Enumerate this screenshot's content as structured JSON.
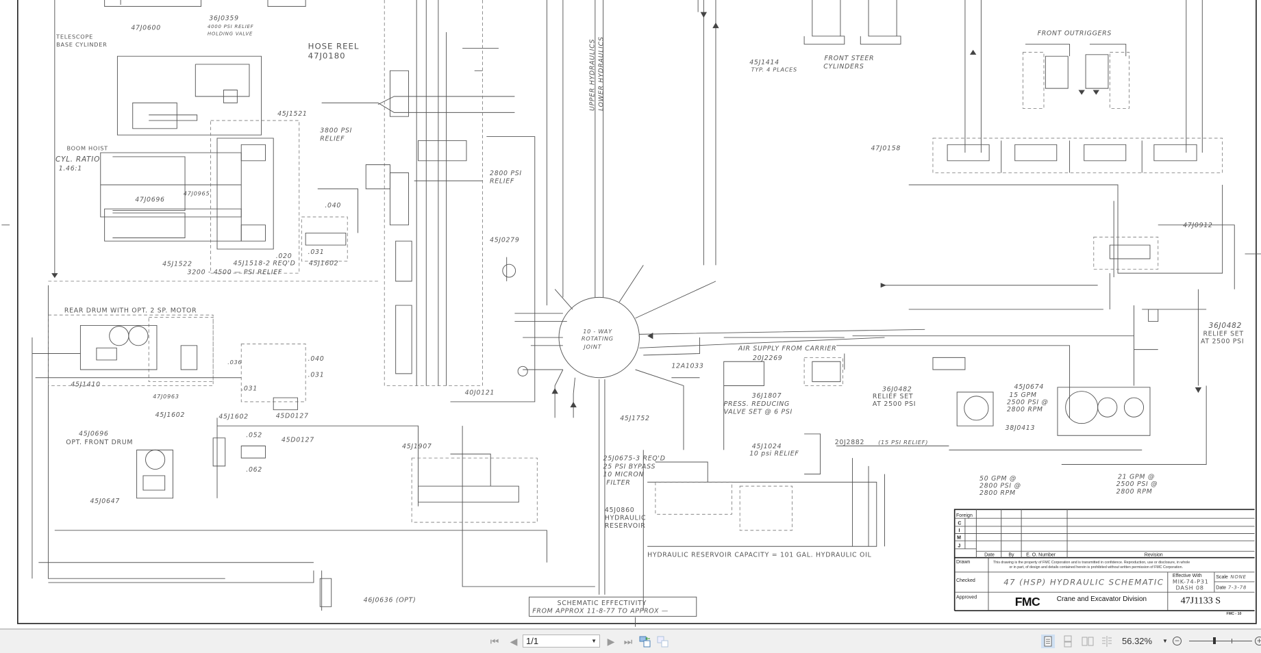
{
  "drawing": {
    "labels": {
      "l47j0600": "47J0600",
      "l36j0359": "36J0359",
      "l4000psi": "4000 PSI RELIEF",
      "holding": "HOLDING VALVE",
      "telescope": "TELESCOPE",
      "base_cyl": "BASE CYLINDER",
      "hose_reel": "HOSE REEL",
      "l47j0180": "47J0180",
      "l45j1521": "45J1521",
      "l3800": "3800 PSI",
      "relief1": "RELIEF",
      "boom_hoist": "BOOM HOIST",
      "cyl_ratio": "CYL. RATIO",
      "ratio": "1.46:1",
      "l47j0696": "47J0696",
      "l47j0965": "47J0965",
      "o040a": ".040",
      "o020": ".020",
      "o031a": ".031",
      "l45j1602a": "45J1602",
      "l45j1522": "45J1522",
      "l45j1518": "45J1518-2 REQ'D",
      "psi3200": "3200 - 4500 —  PSI RELIEF",
      "l2800": "2800 PSI",
      "relief2": "RELIEF",
      "l45j0279": "45J0279",
      "upper": "UPPER HYDRAULICS",
      "lower": "LOWER HYDRAULICS",
      "rj1": "10 - WAY",
      "rj2": "ROTATING",
      "rj3": "JOINT",
      "rear_drum": "REAR DRUM WITH OPT. 2 SP. MOTOR",
      "l45j1410": "45J1410",
      "l47j0963": "47J0963",
      "l45j1602b": "45J1602",
      "l45j1602c": "45J1602",
      "l45d0127a": "45D0127",
      "o036": ".036",
      "o040b": ".040",
      "o031b": ".031",
      "o031c": ".031",
      "l45j0696": "45J0696",
      "front_drum": "OPT. FRONT DRUM",
      "o052": ".052",
      "l45d0127b": "45D0127",
      "o062": ".062",
      "l45j0647": "45J0647",
      "l45j1907": "45J1907",
      "l40j0121": "40J0121",
      "l45j1752": "45J1752",
      "l12a1033": "12A1033",
      "air": "AIR SUPPLY FROM CARRIER",
      "l20j2269": "20J2269",
      "l36j1807": "36J1807",
      "press_red": "PRESS. REDUCING",
      "valve_set": "VALVE SET @ 6 PSI",
      "l25j0675": "25J0675-3 REQ'D",
      "bypass": "25 PSI BYPASS",
      "micron": "10 MICRON",
      "filter": "FILTER",
      "l45j0860": "45J0860",
      "hyd": "HYDRAULIC",
      "reservoir": "RESERVOIR",
      "l45j1024": "45J1024",
      "psi10": "10 psi RELIEF",
      "l20j2882": "20J2882",
      "psi15": "(15 PSI RELIEF)",
      "capacity": "HYDRAULIC RESERVOIR CAPACITY = 101 GAL. HYDRAULIC OIL",
      "l46j0636": "46J0636 (OPT)",
      "eff1": "SCHEMATIC EFFECTIVITY",
      "eff2": "FROM APPROX 11-8-77 TO APPROX —",
      "l45j1414": "45J1414",
      "typ4": "TYP. 4 PLACES",
      "front_steer": "FRONT STEER",
      "cylinders": "CYLINDERS",
      "outriggers": "FRONT OUTRIGGERS",
      "l47j0158": "47J0158",
      "l47j0912": "47J0912",
      "l36j0482a": "36J0482",
      "relief_set_a": "RELIEF SET",
      "at2500a": "AT 2500 PSI",
      "l36j0482b": "36J0482",
      "relief_set_b": "RELIEF SET",
      "at2500b": "AT 2500 PSI",
      "l45j0674": "45J0674",
      "gpm15": "15 GPM",
      "psi2500a": "2500 PSI @",
      "rpm2800a": "2800 RPM",
      "l38j0413": "38J0413",
      "gpm50": "50 GPM @",
      "psi2800": "2800 PSI @",
      "rpm2800b": "2800 RPM",
      "gpm21": "21 GPM @",
      "psi2500b": "2500 PSI @",
      "rpm2800c": "2800 RPM",
      "sheet_ref": "FMC - 10"
    },
    "title_block": {
      "foreign": "Foreign",
      "codes": [
        "C",
        "I",
        "M",
        "J"
      ],
      "col_date": "Date",
      "col_by": "By",
      "col_eo": "E. O. Number",
      "col_revision": "Revision",
      "drawn": "Drawn",
      "checked": "Checked",
      "approved": "Approved",
      "notice1": "This drawing is the property of FMC Corporation and is transmitted in confidence. Reproduction, use or disclosure, in whole",
      "notice2": "or in part, of design and details contained herein is prohibited without written permission of FMC Corporation.",
      "title": "47 (HSP) HYDRAULIC SCHEMATIC",
      "effective_label": "Effective With",
      "effective_1": "MIK-74-P31",
      "effective_2": "DASH 08",
      "scale_label": "Scale",
      "scale_value": "NONE",
      "date_label": "Date",
      "date_value": "7-3-78",
      "logo": "FMC",
      "division": "Crane and Excavator Division",
      "drawing_number": "47J1133 S"
    }
  },
  "toolbar": {
    "page_value": "1/1",
    "zoom_value": "56.32%",
    "zoom_slider_fraction": 0.4,
    "icons": [
      "first-page-icon",
      "prev-page-icon",
      "next-page-icon",
      "last-page-icon",
      "previous-view-icon",
      "next-view-icon",
      "single-page-icon",
      "continuous-icon",
      "facing-icon",
      "continuous-facing-icon",
      "zoom-out-icon",
      "zoom-in-icon"
    ]
  }
}
